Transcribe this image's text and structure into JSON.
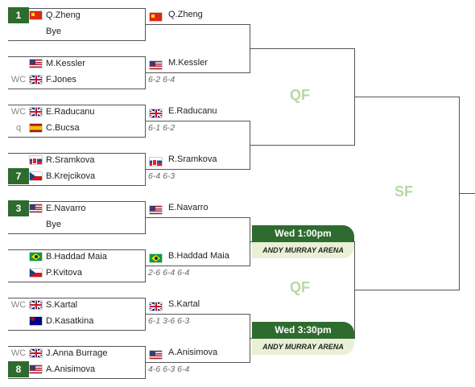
{
  "round_labels": {
    "qf_top": "QF",
    "qf_bottom": "QF",
    "sf": "SF"
  },
  "schedule": [
    {
      "time": "Wed 1:00pm",
      "venue": "ANDY MURRAY ARENA"
    },
    {
      "time": "Wed 3:30pm",
      "venue": "ANDY MURRAY ARENA"
    }
  ],
  "r16": [
    {
      "p1": {
        "seed": "1",
        "tag": "",
        "flag": "flag-china-icon",
        "name": "Q.Zheng"
      },
      "p2": {
        "seed": "",
        "tag": "",
        "flag": "",
        "name": "Bye"
      }
    },
    {
      "p1": {
        "seed": "",
        "tag": "",
        "flag": "flag-usa-icon",
        "name": "M.Kessler"
      },
      "p2": {
        "seed": "",
        "tag": "WC",
        "flag": "flag-great-britain-icon",
        "name": "F.Jones"
      }
    },
    {
      "p1": {
        "seed": "",
        "tag": "WC",
        "flag": "flag-great-britain-icon",
        "name": "E.Raducanu"
      },
      "p2": {
        "seed": "",
        "tag": "q",
        "flag": "flag-spain-icon",
        "name": "C.Bucsa"
      }
    },
    {
      "p1": {
        "seed": "",
        "tag": "",
        "flag": "flag-slovakia-icon",
        "name": "R.Sramkova"
      },
      "p2": {
        "seed": "7",
        "tag": "",
        "flag": "flag-czech-republic-icon",
        "name": "B.Krejcikova"
      }
    },
    {
      "p1": {
        "seed": "3",
        "tag": "",
        "flag": "flag-usa-icon",
        "name": "E.Navarro"
      },
      "p2": {
        "seed": "",
        "tag": "",
        "flag": "",
        "name": "Bye"
      }
    },
    {
      "p1": {
        "seed": "",
        "tag": "",
        "flag": "flag-brazil-icon",
        "name": "B.Haddad Maia"
      },
      "p2": {
        "seed": "",
        "tag": "",
        "flag": "flag-czech-republic-icon",
        "name": "P.Kvitova"
      }
    },
    {
      "p1": {
        "seed": "",
        "tag": "WC",
        "flag": "flag-great-britain-icon",
        "name": "S.Kartal"
      },
      "p2": {
        "seed": "",
        "tag": "",
        "flag": "flag-australia-icon",
        "name": "D.Kasatkina"
      }
    },
    {
      "p1": {
        "seed": "",
        "tag": "WC",
        "flag": "flag-great-britain-icon",
        "name": "J.Anna Burrage"
      },
      "p2": {
        "seed": "8",
        "tag": "",
        "flag": "flag-usa-icon",
        "name": "A.Anisimova"
      }
    }
  ],
  "r16_winners": [
    {
      "flag": "flag-china-icon",
      "name": "Q.Zheng",
      "score": ""
    },
    {
      "flag": "flag-usa-icon",
      "name": "M.Kessler",
      "score": "6-2 6-4"
    },
    {
      "flag": "flag-great-britain-icon",
      "name": "E.Raducanu",
      "score": "6-1 6-2"
    },
    {
      "flag": "flag-slovakia-icon",
      "name": "R.Sramkova",
      "score": "6-4 6-3"
    },
    {
      "flag": "flag-usa-icon",
      "name": "E.Navarro",
      "score": ""
    },
    {
      "flag": "flag-brazil-icon",
      "name": "B.Haddad Maia",
      "score": "2-6 6-4 6-4"
    },
    {
      "flag": "flag-great-britain-icon",
      "name": "S.Kartal",
      "score": "6-1 3-6 6-3"
    },
    {
      "flag": "flag-usa-icon",
      "name": "A.Anisimova",
      "score": "4-6 6-3 6-4"
    }
  ]
}
